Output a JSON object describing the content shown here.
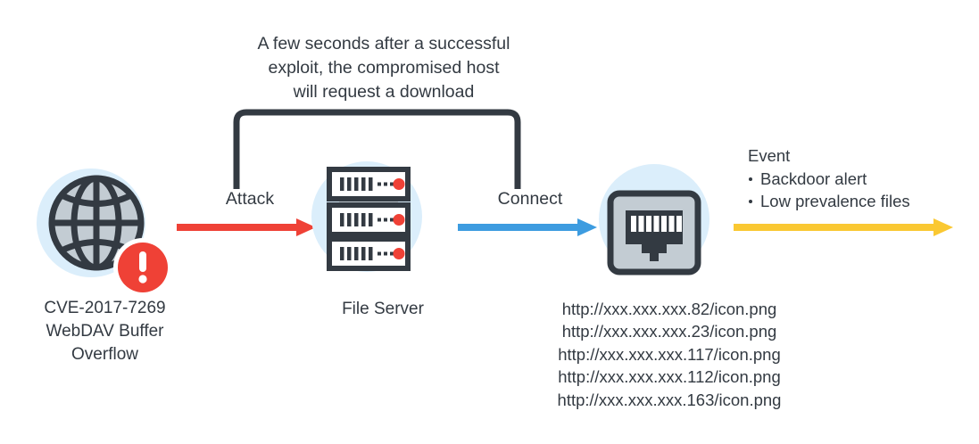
{
  "diagram": {
    "title": "WebDAV exploit attack chain",
    "callout": {
      "lines": [
        "A few seconds after a successful",
        "exploit, the compromised host",
        "will request a download"
      ]
    },
    "nodes": [
      {
        "id": "compromised-host",
        "icon": "globe-icon",
        "badge_icon": "alert-exclamation-icon",
        "caption_lines": [
          "CVE-2017-7269",
          "WebDAV Buffer",
          "Overflow"
        ]
      },
      {
        "id": "file-server",
        "icon": "server-rack-icon",
        "caption_lines": [
          "File Server"
        ]
      },
      {
        "id": "network-endpoint",
        "icon": "ethernet-port-icon",
        "caption_lines": []
      }
    ],
    "arrows": [
      {
        "id": "attack",
        "label": "Attack",
        "color": "#ef4136"
      },
      {
        "id": "connect",
        "label": "Connect",
        "color": "#3d9ce0"
      },
      {
        "id": "event",
        "label": "",
        "color": "#fac832"
      }
    ],
    "event": {
      "title": "Event",
      "items": [
        "Backdoor alert",
        "Low prevalence files"
      ]
    },
    "urls": [
      "http://xxx.xxx.xxx.82/icon.png",
      "http://xxx.xxx.xxx.23/icon.png",
      "http://xxx.xxx.xxx.117/icon.png",
      "http://xxx.xxx.xxx.112/icon.png",
      "http://xxx.xxx.xxx.163/icon.png"
    ],
    "colors": {
      "ink": "#333a42",
      "halo": "#dbeefb",
      "red": "#ef4136",
      "blue": "#3d9ce0",
      "yellow": "#fac832",
      "grey": "#c3ccd3",
      "white": "#ffffff"
    }
  }
}
